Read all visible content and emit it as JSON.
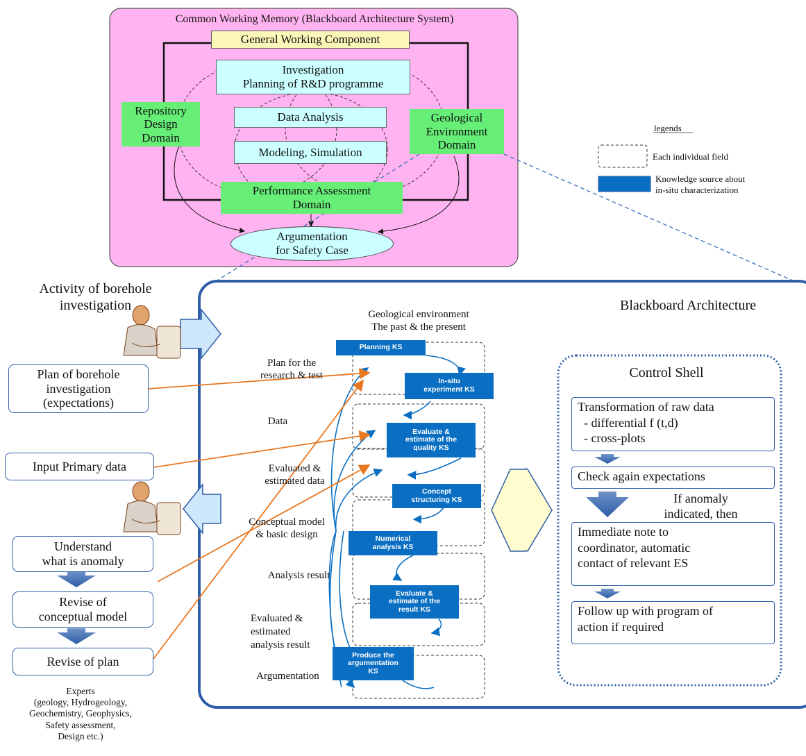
{
  "memory": {
    "title": "Common Working Memory (Blackboard Architecture System)",
    "general_component": "General Working Component",
    "investigation": "Investigation\nPlanning of R&D programme",
    "data_analysis": "Data Analysis",
    "modeling": "Modeling, Simulation",
    "repository": "Repository\nDesign\nDomain",
    "geological": "Geological\nEnvironment\nDomain",
    "performance": "Performance Assessment\nDomain",
    "argumentation": "Argumentation\nfor Safety Case"
  },
  "legend": {
    "title": "legends",
    "field": "Each individual field",
    "ks": "Knowledge source about\nin-situ characterization"
  },
  "left": {
    "activity_title": "Activity of borehole\ninvestigation",
    "plan_box": "Plan of borehole\ninvestigation\n(expectations)",
    "input_box": "Input Primary data",
    "understand_box": "Understand\nwhat is anomaly",
    "revise_model_box": "Revise of\nconceptual model",
    "revise_plan_box": "Revise of plan",
    "experts": "Experts\n(geology, Hydrogeology,\nGeochemistry, Geophysics,\nSafety assessment,\nDesign etc.)"
  },
  "blackboard": {
    "title": "Blackboard Architecture",
    "header": "Geological environment\nThe past & the present",
    "row_labels": [
      "Plan for the\nresearch & test",
      "Data",
      "Evaluated &\nestimated data",
      "Conceptual model\n& basic design",
      "Analysis result",
      "Evaluated &\nestimated\nanalysis result",
      "Argumentation"
    ],
    "ks": [
      "Planning KS",
      "In-situ\nexperiment KS",
      "Evaluate &\nestimate of the\nquality KS",
      "Concept\nstructuring KS",
      "Numerical\nanalysis KS",
      "Evaluate &\nestimate of the\nresult KS",
      "Produce the\nargumentation\nKS"
    ]
  },
  "control": {
    "title": "Control Shell",
    "transform": "Transformation of raw data\n  - differential f (t,d)\n  - cross-plots",
    "check": "Check again expectations",
    "anomaly": "If anomaly\nindicated, then",
    "immediate": "Immediate note to\ncoordinator, automatic\ncontact of relevant ES",
    "follow": "Follow up with program of\naction if required"
  },
  "colors": {
    "memory_bg": "#ffb3f0",
    "ks_blue": "#0a6fc2",
    "arrow_orange": "#e87722",
    "frame_blue": "#2e5ea8",
    "green": "#66ee77",
    "cyan": "#ccffff"
  }
}
